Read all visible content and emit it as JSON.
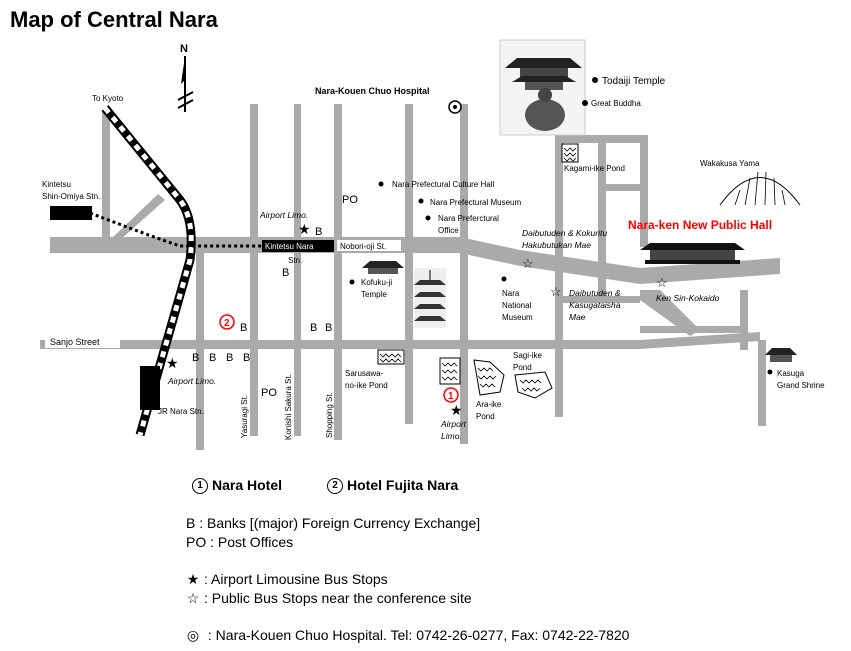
{
  "title": "Map of Central Nara",
  "north": "N",
  "labels": {
    "to_kyoto": "To Kyoto",
    "kintetsu_shin_omiya_1": "Kintetsu",
    "kintetsu_shin_omiya_2": "Shin-Omiya Stn.",
    "kintetsu_nara": "Kintetsu Nara",
    "kintetsu_nara_stn": "Stn.",
    "noboriooji": "Nobori-oji St.",
    "sanjo": "Sanjo Street",
    "jr_nara": "JR Nara Stn.",
    "hospital": "Nara-Kouen Chuo Hospital",
    "todaiji": "Todaiji Temple",
    "great_buddha": "Great Buddha",
    "kagami_ike": "Kagami-ike Pond",
    "wakakusa": "Wakakusa Yama",
    "new_public_hall": "Nara-ken New Public Hall",
    "culture_hall": "Nara Prefectural Culture Hall",
    "pref_museum": "Nara Prefectural Museum",
    "pref_office_1": "Nara Preferctural",
    "pref_office_2": "Office",
    "kofukuji_1": "Kofuku-ji",
    "kofukuji_2": "Temple",
    "daibutuden_k_1": "Daibutuden & Kokuritu",
    "daibutuden_k_2": "Hakubutukan Mae",
    "national_museum_1": "Nara",
    "national_museum_2": "National",
    "national_museum_3": "Museum",
    "daibutuden_kt_1": "Daibutuden &",
    "daibutuden_kt_2": "Kasugataisha",
    "daibutuden_kt_3": "Mae",
    "ken_sin_kokaido": "Ken Sin-Kokaido",
    "kasuga_1": "Kasuga",
    "kasuga_2": "Grand Shrine",
    "sagi_ike_1": "Sagi-ike",
    "sagi_ike_2": "Pond",
    "ara_ike_1": "Ara-ike",
    "ara_ike_2": "Pond",
    "sarusawa_1": "Sarusawa-",
    "sarusawa_2": "no-ike Pond",
    "airport_limo": "Airport Limo.",
    "airport_limo_a": "Airport",
    "airport_limo_b": "Limo.",
    "yasuragi": "Yasuragi St.",
    "konishi": "Konishi Sakura St.",
    "shopping": "Shopping St.",
    "bank": "B",
    "post": "PO",
    "hotel1_mark": "1",
    "hotel2_mark": "2"
  },
  "hotels": {
    "h1_num": "1",
    "h1_name": "Nara Hotel",
    "h2_num": "2",
    "h2_name": "Hotel Fujita Nara"
  },
  "legend": {
    "banks": "B : Banks [(major) Foreign Currency Exchange]",
    "post": "PO : Post Offices",
    "airport_stops": ":  Airport Limousine Bus Stops",
    "public_stops": ":  Public Bus Stops near the conference site",
    "hospital": " : Nara-Kouen Chuo Hospital.  Tel: 0742-26-0277, Fax: 0742-22-7820"
  },
  "colors": {
    "road": "#aaaaaa",
    "highlight": "#ff0000",
    "rail": "#000000"
  }
}
